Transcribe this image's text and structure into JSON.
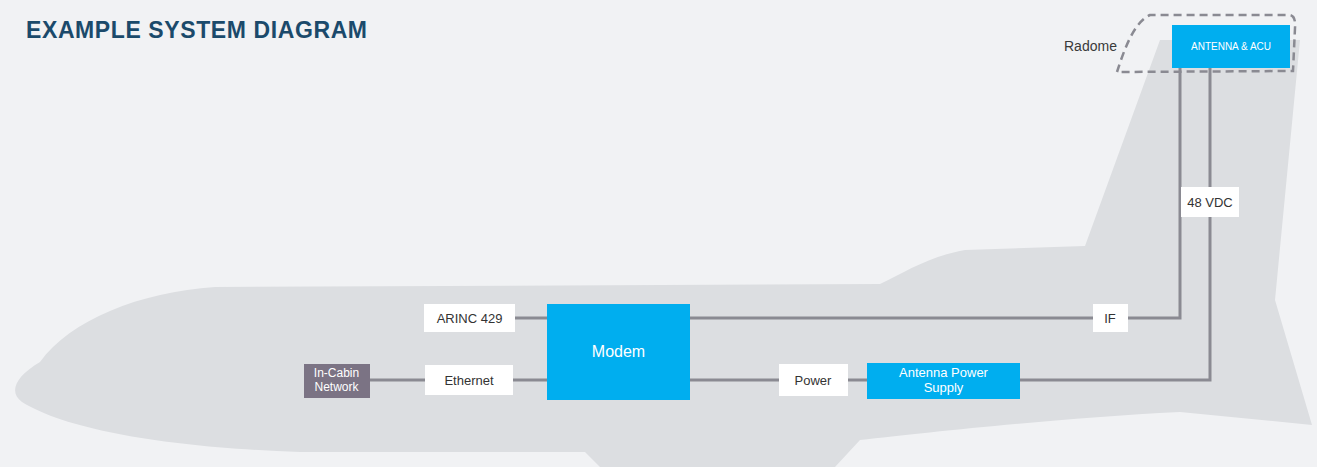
{
  "diagram": {
    "title": "EXAMPLE SYSTEM DIAGRAM",
    "nodes": [
      {
        "text": [
          "Radome"
        ]
      },
      {
        "text": [
          "ANTENNA & ACU"
        ],
        "in": 0
      },
      {
        "text": [
          "Modem"
        ]
      },
      {
        "text": [
          "Antenna Power Supply"
        ]
      },
      {
        "text": [
          "In-Cabin Network"
        ]
      }
    ],
    "edges": [
      {
        "from": 4,
        "to": 2,
        "arrow": "none",
        "label": "Ethernet"
      },
      {
        "from": 2,
        "to": 3,
        "arrow": "none",
        "label": "Power"
      },
      {
        "from": 2,
        "to": 1,
        "arrow": "none",
        "label": "IF"
      },
      {
        "from": 3,
        "to": 1,
        "arrow": "none",
        "label": "48 VDC"
      }
    ],
    "labels": [
      "ARINC 429"
    ]
  }
}
